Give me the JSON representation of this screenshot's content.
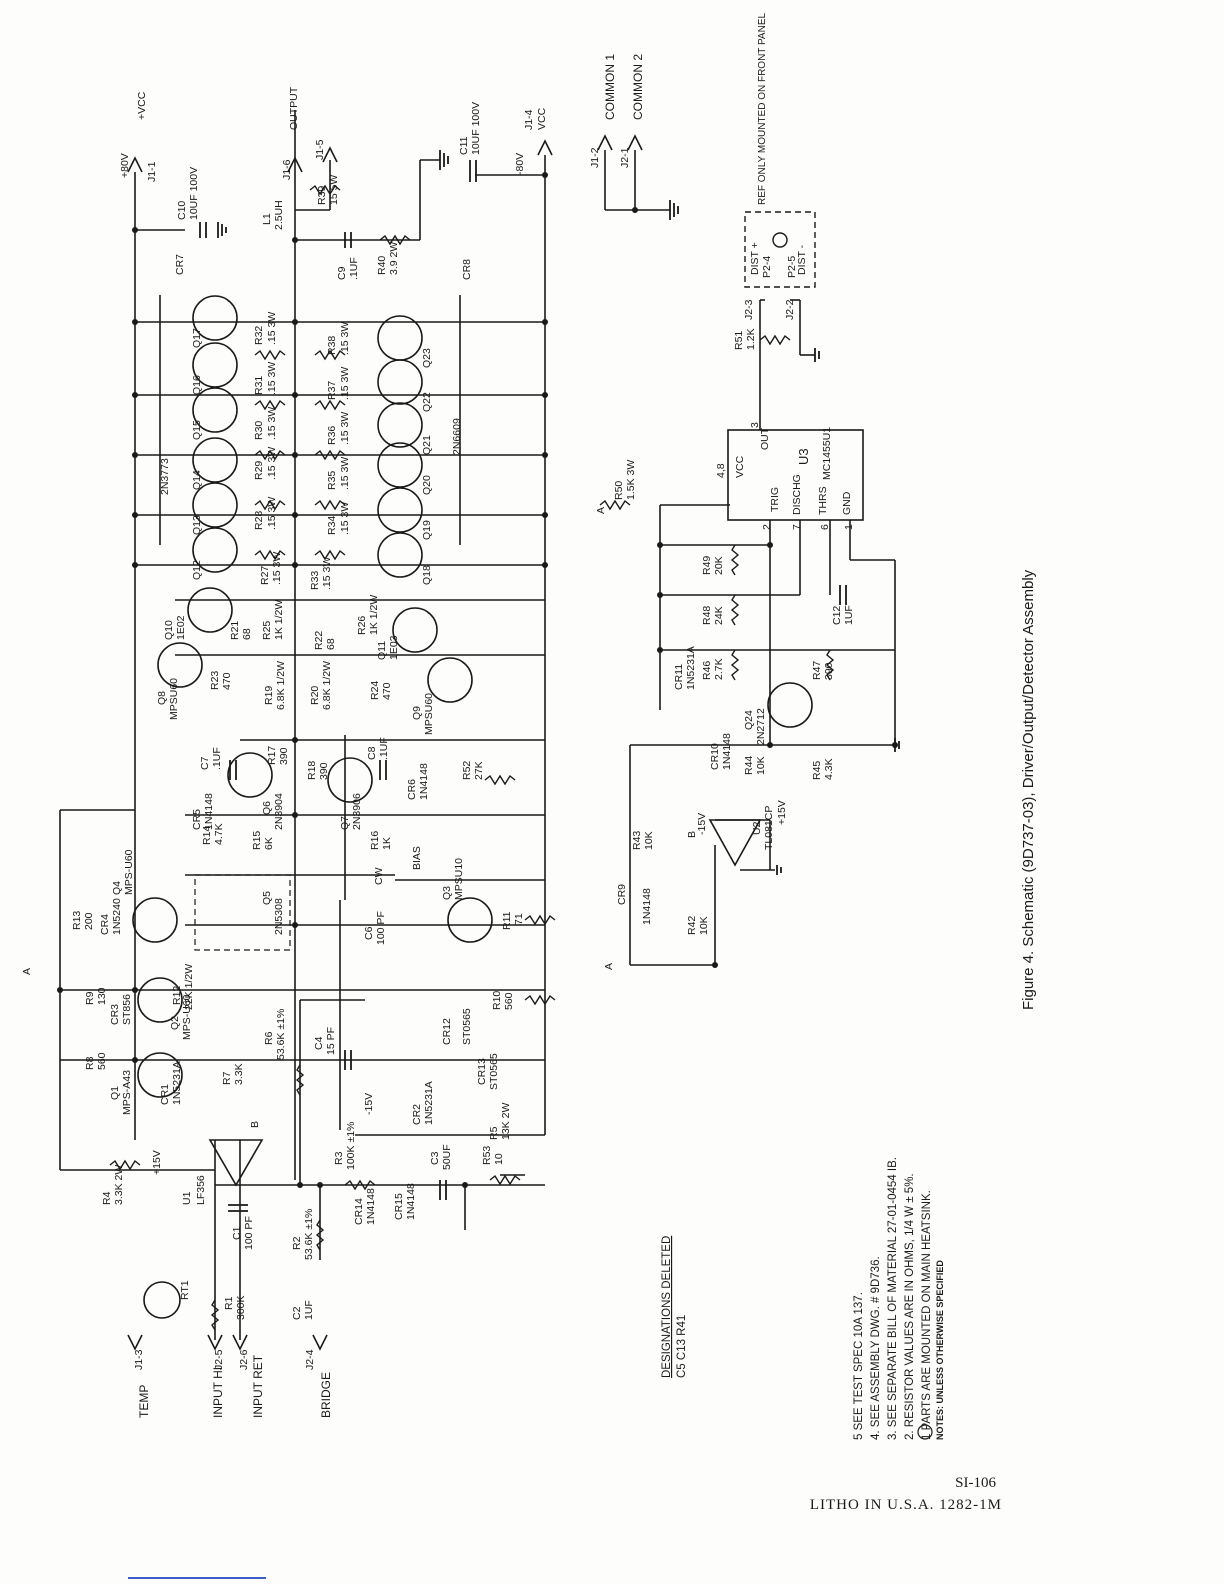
{
  "figure": {
    "caption": "Figure 4. Schematic (9D737-03), Driver/Output/Detector Assembly",
    "page_number": "SI-106",
    "litho": "LITHO IN U.S.A.  1282-1M"
  },
  "connectors": {
    "j1_1": "J1-1",
    "plus80v": "+80V",
    "plusvcc": "+VCC",
    "j1_6": "J1-6",
    "output": "OUTPUT",
    "j1_5": "J1-5",
    "j1_4": "J1-4",
    "minus80v": "-80V",
    "vcc": "VCC",
    "j1_2": "J1-2",
    "j2_1": "J2-1",
    "common1": "COMMON 1",
    "common2": "COMMON 2",
    "j1_3": "J1-3",
    "temp": "TEMP",
    "j2_5": "J2-5",
    "input_hi": "INPUT HI",
    "j2_6": "J2-6",
    "input_ret": "INPUT RET",
    "j2_4": "J2-4",
    "bridge": "BRIDGE"
  },
  "notes": {
    "title": "NOTES: UNLESS OTHERWISE SPECIFIED",
    "items": [
      "5 SEE TEST SPEC 10A 137.",
      "4. SEE ASSEMBLY DWG. # 9D736.",
      "3. SEE SEPARATE BILL OF MATERIAL 27-01-0454 IB.",
      "2. RESISTOR VALUES ARE IN OHMS, 1/4 W ± 5%.",
      "1  PARTS ARE MOUNTED ON MAIN HEATSINK."
    ],
    "deleted_title": "DESIGNATIONS DELETED",
    "deleted_list": "C5 C13 R41"
  },
  "timer": {
    "ref": "U3",
    "part": "MC1455U1",
    "pins": {
      "vcc": "VCC",
      "out": "OUT",
      "trig": "TRIG",
      "disch": "DISCHG",
      "thrs": "THRS",
      "gnd": "GND"
    },
    "pin_numbers": {
      "vcc": "4,8",
      "out": "3",
      "trig": "2",
      "disch": "7",
      "thrs": "6",
      "gnd": "1"
    }
  },
  "opamps": [
    {
      "ref": "U1",
      "part": "LF356"
    },
    {
      "ref": "U2",
      "part": "TL081CP"
    }
  ],
  "rails": {
    "plus15": "+15V",
    "minus15": "-15V"
  },
  "distortion": {
    "j2_3": "J2-3",
    "j2_2": "J2-2",
    "p2_4": "P2-4",
    "p2_5": "P2-5",
    "dist_plus": "DIST +",
    "dist_minus": "DIST -",
    "note": "REF ONLY MOUNTED ON FRONT PANEL"
  },
  "output_transistors_top": [
    {
      "ref": "Q12"
    },
    {
      "ref": "Q13"
    },
    {
      "ref": "Q14",
      "part": "2N3773"
    },
    {
      "ref": "Q15"
    },
    {
      "ref": "Q16"
    },
    {
      "ref": "Q17"
    }
  ],
  "output_transistors_bottom": [
    {
      "ref": "Q18"
    },
    {
      "ref": "Q19"
    },
    {
      "ref": "Q20"
    },
    {
      "ref": "Q21",
      "part": "2N6609"
    },
    {
      "ref": "Q22"
    },
    {
      "ref": "Q23"
    }
  ],
  "emitter_resistors_top": [
    {
      "ref": "R28",
      "val": ".15 3W"
    },
    {
      "ref": "R29",
      "val": ".15 3W"
    },
    {
      "ref": "R30",
      "val": ".15 3W"
    },
    {
      "ref": "R31",
      "val": ".15 3W"
    },
    {
      "ref": "R32",
      "val": ".15 3W"
    }
  ],
  "emitter_resistors_bottom": [
    {
      "ref": "R34",
      "val": ".15 3W"
    },
    {
      "ref": "R35",
      "val": ".15 3W"
    },
    {
      "ref": "R36",
      "val": ".15 3W"
    },
    {
      "ref": "R37",
      "val": ".15 3W"
    },
    {
      "ref": "R38",
      "val": ".15 3W"
    }
  ],
  "driver_transistors": [
    {
      "ref": "Q1",
      "part": "MPS-A43"
    },
    {
      "ref": "Q2",
      "part": "MPS-U60"
    },
    {
      "ref": "Q3",
      "part": "MPSU10"
    },
    {
      "ref": "Q4",
      "part": "MPS-U60"
    },
    {
      "ref": "Q5",
      "part": "2N5308"
    },
    {
      "ref": "Q6",
      "part": "2N3904"
    },
    {
      "ref": "Q7",
      "part": "2N3906"
    },
    {
      "ref": "Q8",
      "part": "MPSU60"
    },
    {
      "ref": "Q9",
      "part": "MPSU60"
    },
    {
      "ref": "Q10",
      "part": "1E02"
    },
    {
      "ref": "Q11",
      "part": "1E03"
    },
    {
      "ref": "Q24",
      "part": "2N2712"
    }
  ],
  "resistors": [
    {
      "ref": "R1",
      "val": "300K"
    },
    {
      "ref": "R2",
      "val": "53.6K ±1%"
    },
    {
      "ref": "R3",
      "val": "100K ±1%"
    },
    {
      "ref": "R4",
      "val": "3.3K 2W"
    },
    {
      "ref": "R5",
      "val": "13K 2W"
    },
    {
      "ref": "R6",
      "val": "53.6K ±1%"
    },
    {
      "ref": "R7",
      "val": "3.3K"
    },
    {
      "ref": "R8",
      "val": "560"
    },
    {
      "ref": "R9",
      "val": "130"
    },
    {
      "ref": "R10",
      "val": "560"
    },
    {
      "ref": "R11",
      "val": "71"
    },
    {
      "ref": "R12",
      "val": "22K 1/2W"
    },
    {
      "ref": "R13",
      "val": "200"
    },
    {
      "ref": "R14",
      "val": "4.7K"
    },
    {
      "ref": "R15",
      "val": "6K"
    },
    {
      "ref": "R16",
      "val": "1K"
    },
    {
      "ref": "R17",
      "val": "390"
    },
    {
      "ref": "R18",
      "val": "390"
    },
    {
      "ref": "R19",
      "val": "6.8K 1/2W"
    },
    {
      "ref": "R20",
      "val": "6.8K 1/2W"
    },
    {
      "ref": "R21",
      "val": "68"
    },
    {
      "ref": "R22",
      "val": "68"
    },
    {
      "ref": "R23",
      "val": "470"
    },
    {
      "ref": "R24",
      "val": "470"
    },
    {
      "ref": "R25",
      "val": "1K 1/2W"
    },
    {
      "ref": "R26",
      "val": "1K 1/2W"
    },
    {
      "ref": "R27",
      "val": ".15 3W"
    },
    {
      "ref": "R33",
      "val": ".15 3W"
    },
    {
      "ref": "R39",
      "val": "15 5W"
    },
    {
      "ref": "R40",
      "val": "3.9 2W"
    },
    {
      "ref": "R42",
      "val": "10K"
    },
    {
      "ref": "R43",
      "val": "10K"
    },
    {
      "ref": "R44",
      "val": "10K"
    },
    {
      "ref": "R45",
      "val": "4.3K"
    },
    {
      "ref": "R46",
      "val": "2.7K"
    },
    {
      "ref": "R47",
      "val": "390"
    },
    {
      "ref": "R48",
      "val": "24K"
    },
    {
      "ref": "R49",
      "val": "20K"
    },
    {
      "ref": "R50",
      "val": "1.5K 3W"
    },
    {
      "ref": "R51",
      "val": "1.2K"
    },
    {
      "ref": "R52",
      "val": "27K"
    },
    {
      "ref": "R53",
      "val": "10"
    }
  ],
  "capacitors": [
    {
      "ref": "C1",
      "val": "100 PF"
    },
    {
      "ref": "C2",
      "val": "1UF"
    },
    {
      "ref": "C3",
      "val": "50UF"
    },
    {
      "ref": "C4",
      "val": "15 PF"
    },
    {
      "ref": "C6",
      "val": "100 PF"
    },
    {
      "ref": "C7",
      "val": ".1UF"
    },
    {
      "ref": "C8",
      "val": ".1UF"
    },
    {
      "ref": "C9",
      "val": ".1UF"
    },
    {
      "ref": "C10",
      "val": "10UF 100V"
    },
    {
      "ref": "C11",
      "val": "10UF 100V"
    },
    {
      "ref": "C12",
      "val": "1UF"
    }
  ],
  "diodes": [
    {
      "ref": "CR1",
      "part": "1N5231A"
    },
    {
      "ref": "CR2",
      "part": "1N5231A"
    },
    {
      "ref": "CR3",
      "part": "ST856"
    },
    {
      "ref": "CR4",
      "part": "1N5240"
    },
    {
      "ref": "CR5",
      "part": "1N4148"
    },
    {
      "ref": "CR6",
      "part": "1N4148"
    },
    {
      "ref": "CR7",
      "part": ""
    },
    {
      "ref": "CR8",
      "part": ""
    },
    {
      "ref": "CR9",
      "part": "1N4148"
    },
    {
      "ref": "CR10",
      "part": "1N4148"
    },
    {
      "ref": "CR11",
      "part": "1N5231A"
    },
    {
      "ref": "CR12",
      "part": "ST0565"
    },
    {
      "ref": "CR13",
      "part": "ST0565"
    },
    {
      "ref": "CR14",
      "part": "1N4148"
    },
    {
      "ref": "CR15",
      "part": "1N4148"
    }
  ],
  "misc": {
    "l1": "L1",
    "l1_val": "2.5UH",
    "rt1": "RT1",
    "cw": "CW",
    "bias": "BIAS",
    "note_flag": "1",
    "flag_a": "A",
    "flag_b": "B"
  }
}
